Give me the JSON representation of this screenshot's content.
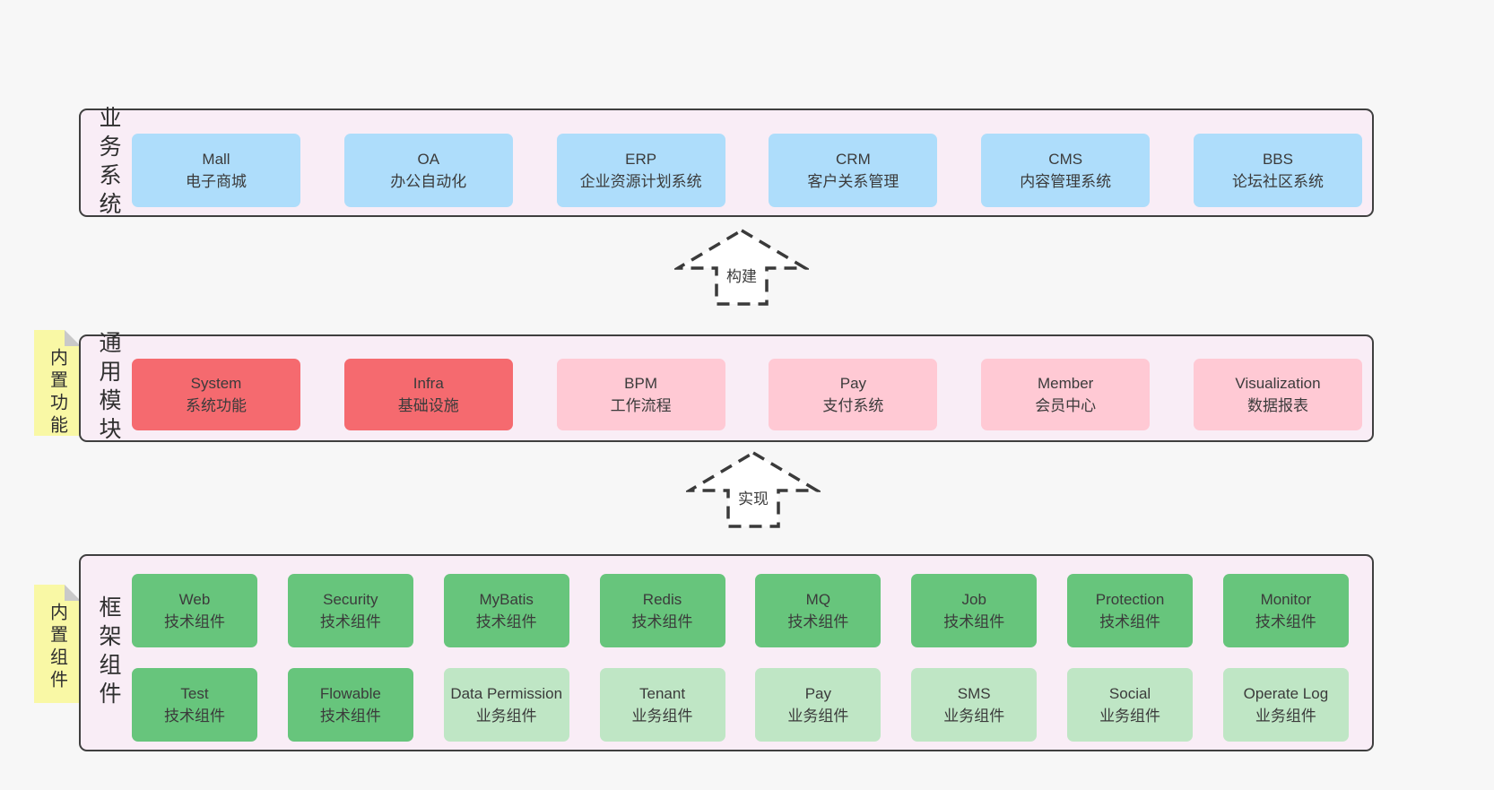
{
  "colors": {
    "bg": "#f7f7f7",
    "layer-bg": "#f9edf6",
    "layer-border": "#3f3f3f",
    "box-blue": "#aeddfb",
    "box-red": "#f56a6f",
    "box-pink": "#ffc9d4",
    "box-green": "#67c57c",
    "box-lightgreen": "#bfe6c5",
    "note-yellow": "#f9f8a5",
    "fold-gray": "#c9c9c9",
    "text": "#3b3b3b"
  },
  "layers": [
    {
      "id": "business-systems",
      "label": "业务系统",
      "boxes": [
        {
          "en": "Mall",
          "zh": "电子商城",
          "variant": "blue"
        },
        {
          "en": "OA",
          "zh": "办公自动化",
          "variant": "blue"
        },
        {
          "en": "ERP",
          "zh": "企业资源计划系统",
          "variant": "blue"
        },
        {
          "en": "CRM",
          "zh": "客户关系管理",
          "variant": "blue"
        },
        {
          "en": "CMS",
          "zh": "内容管理系统",
          "variant": "blue"
        },
        {
          "en": "BBS",
          "zh": "论坛社区系统",
          "variant": "blue"
        }
      ]
    },
    {
      "id": "common-modules",
      "label": "通用模块",
      "note": "内置功能",
      "boxes": [
        {
          "en": "System",
          "zh": "系统功能",
          "variant": "red"
        },
        {
          "en": "Infra",
          "zh": "基础设施",
          "variant": "red"
        },
        {
          "en": "BPM",
          "zh": "工作流程",
          "variant": "pink"
        },
        {
          "en": "Pay",
          "zh": "支付系统",
          "variant": "pink"
        },
        {
          "en": "Member",
          "zh": "会员中心",
          "variant": "pink"
        },
        {
          "en": "Visualization",
          "zh": "数据报表",
          "variant": "pink"
        }
      ]
    },
    {
      "id": "framework-components",
      "label": "框架组件",
      "note": "内置组件",
      "rows": [
        [
          {
            "en": "Web",
            "zh": "技术组件",
            "variant": "green"
          },
          {
            "en": "Security",
            "zh": "技术组件",
            "variant": "green"
          },
          {
            "en": "MyBatis",
            "zh": "技术组件",
            "variant": "green"
          },
          {
            "en": "Redis",
            "zh": "技术组件",
            "variant": "green"
          },
          {
            "en": "MQ",
            "zh": "技术组件",
            "variant": "green"
          },
          {
            "en": "Job",
            "zh": "技术组件",
            "variant": "green"
          },
          {
            "en": "Protection",
            "zh": "技术组件",
            "variant": "green"
          },
          {
            "en": "Monitor",
            "zh": "技术组件",
            "variant": "green"
          }
        ],
        [
          {
            "en": "Test",
            "zh": "技术组件",
            "variant": "green"
          },
          {
            "en": "Flowable",
            "zh": "技术组件",
            "variant": "green"
          },
          {
            "en": "Data Permission",
            "zh": "业务组件",
            "variant": "lightgreen"
          },
          {
            "en": "Tenant",
            "zh": "业务组件",
            "variant": "lightgreen"
          },
          {
            "en": "Pay",
            "zh": "业务组件",
            "variant": "lightgreen"
          },
          {
            "en": "SMS",
            "zh": "业务组件",
            "variant": "lightgreen"
          },
          {
            "en": "Social",
            "zh": "业务组件",
            "variant": "lightgreen"
          },
          {
            "en": "Operate Log",
            "zh": "业务组件",
            "variant": "lightgreen"
          }
        ]
      ]
    }
  ],
  "arrows": [
    {
      "label": "构建"
    },
    {
      "label": "实现"
    }
  ]
}
